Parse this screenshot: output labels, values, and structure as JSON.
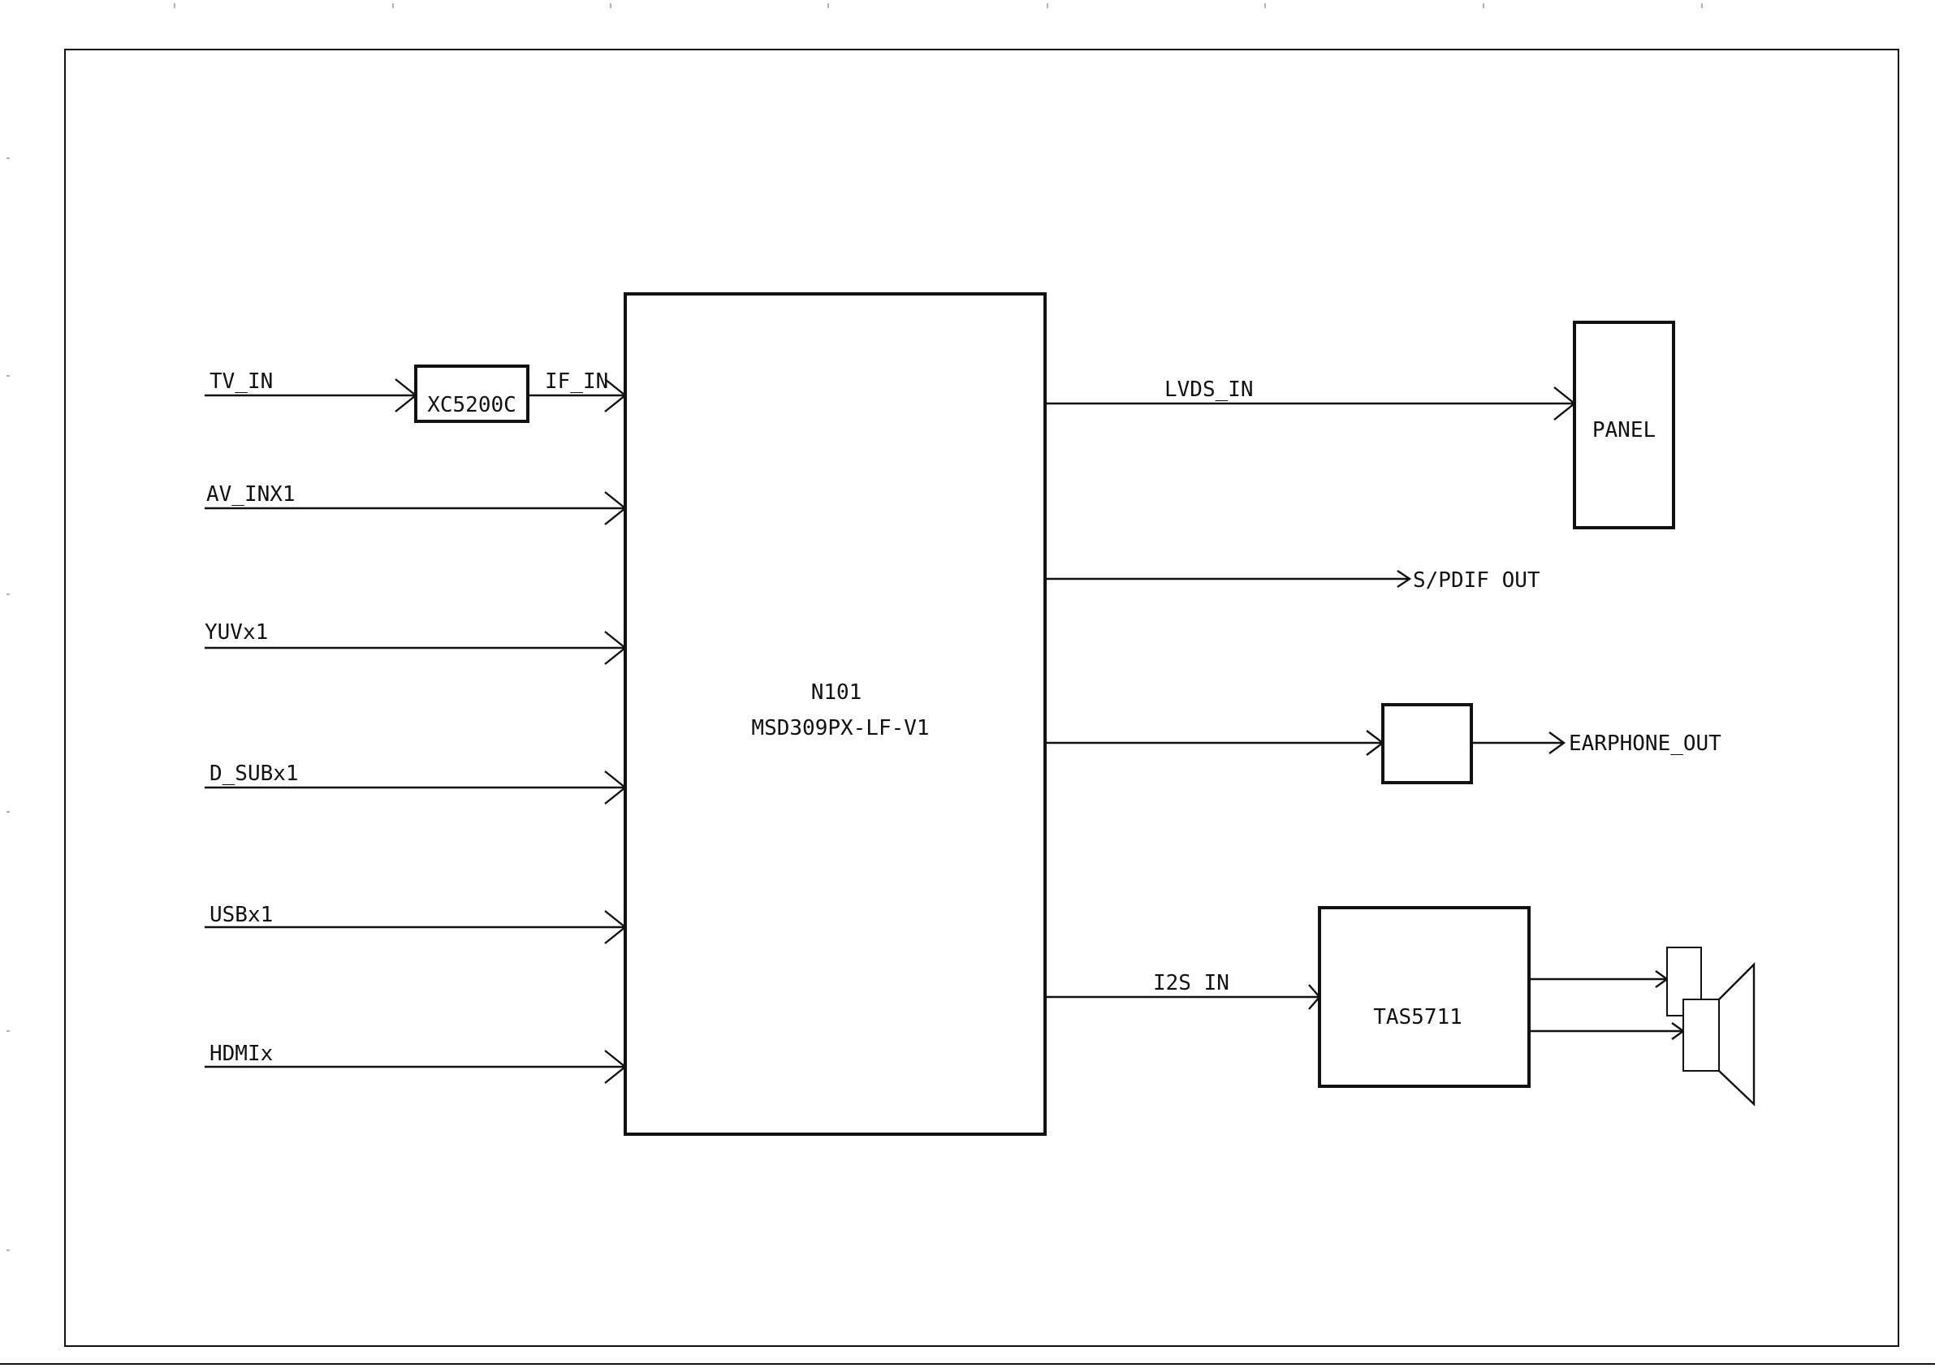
{
  "inputs": [
    {
      "label": "TV_IN"
    },
    {
      "label": "AV_INX1"
    },
    {
      "label": "YUVx1"
    },
    {
      "label": "D_SUBx1"
    },
    {
      "label": "USBx1"
    },
    {
      "label": "HDMIx"
    }
  ],
  "tuner": {
    "label": "XC5200C",
    "output_label": "IF_IN"
  },
  "main_chip": {
    "line1": "N101",
    "line2": "MSD309PX-LF-V1"
  },
  "outputs": {
    "lvds_label": "LVDS_IN",
    "panel_label": "PANEL",
    "spdif_label": "S/PDIF OUT",
    "earphone_label": "EARPHONE_OUT",
    "i2s_label": "I2S IN",
    "amp_label": "TAS5711"
  },
  "colors": {
    "line": "#111111",
    "background": "#ffffff"
  }
}
